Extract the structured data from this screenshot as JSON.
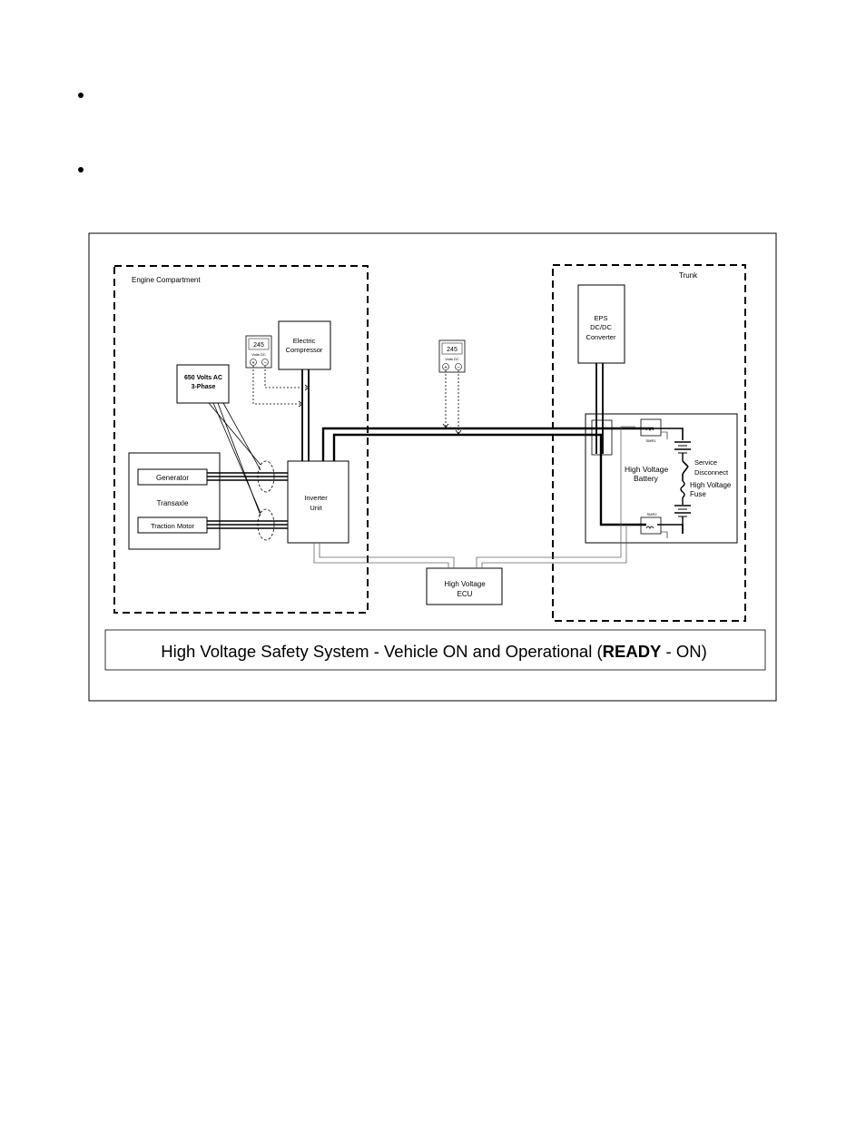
{
  "diagram": {
    "caption": {
      "prefix": "High Voltage Safety System - Vehicle ON and Operational (",
      "bold": "READY",
      "suffix": " - ON)"
    },
    "zones": {
      "engine_compartment": "Engine Compartment",
      "trunk": "Trunk"
    },
    "components": {
      "ac_label": [
        "650 Volts AC",
        "3-Phase"
      ],
      "electric_compressor": [
        "Electric",
        "Compressor"
      ],
      "transaxle": "Transaxle",
      "generator": "Generator",
      "traction_motor": "Traction Motor",
      "inverter": [
        "Inverter",
        "Unit"
      ],
      "hv_ecu": [
        "High Voltage",
        "ECU"
      ],
      "eps_converter": [
        "EPS",
        "DC/DC",
        "Converter"
      ],
      "hv_battery": [
        "High Voltage",
        "Battery"
      ],
      "service_disconnect": [
        "Service",
        "Disconnect"
      ],
      "hv_fuse": [
        "High Voltage",
        "Fuse"
      ],
      "smr1": "SMR1",
      "smr2": "SMR2"
    },
    "meters": {
      "value": "245",
      "unit": "Volts DC",
      "plus": "+",
      "minus": "−"
    }
  }
}
